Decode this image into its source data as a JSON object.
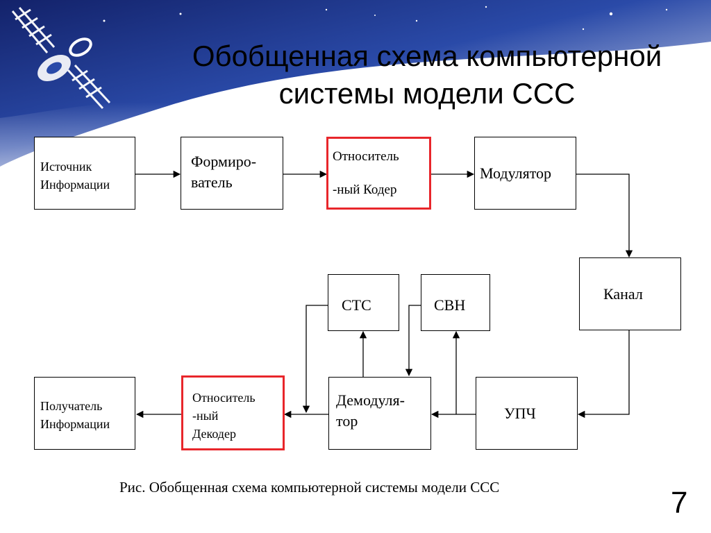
{
  "slide": {
    "title": "Обобщенная схема компьютерной системы модели ССС",
    "caption": "Рис. Обобщенная схема компьютерной системы модели ССС",
    "page_number": "7"
  },
  "blocks": {
    "source": "Источник\nИнформации",
    "former": "Формиро-\nватель",
    "coder": "Относитель\n\n-ный Кодер",
    "modulator": "Модулятор",
    "channel": "Канал",
    "ipf": "УПЧ",
    "demodulator": "Демодуля-\nтор",
    "sts": "СТС",
    "svn": "СВН",
    "decoder": "Относитель\n-ный\nДекодер",
    "receiver": "Получатель\nИнформации"
  },
  "colors": {
    "highlight_border": "#e8262b",
    "banner_blue": "#1e2f7a"
  }
}
